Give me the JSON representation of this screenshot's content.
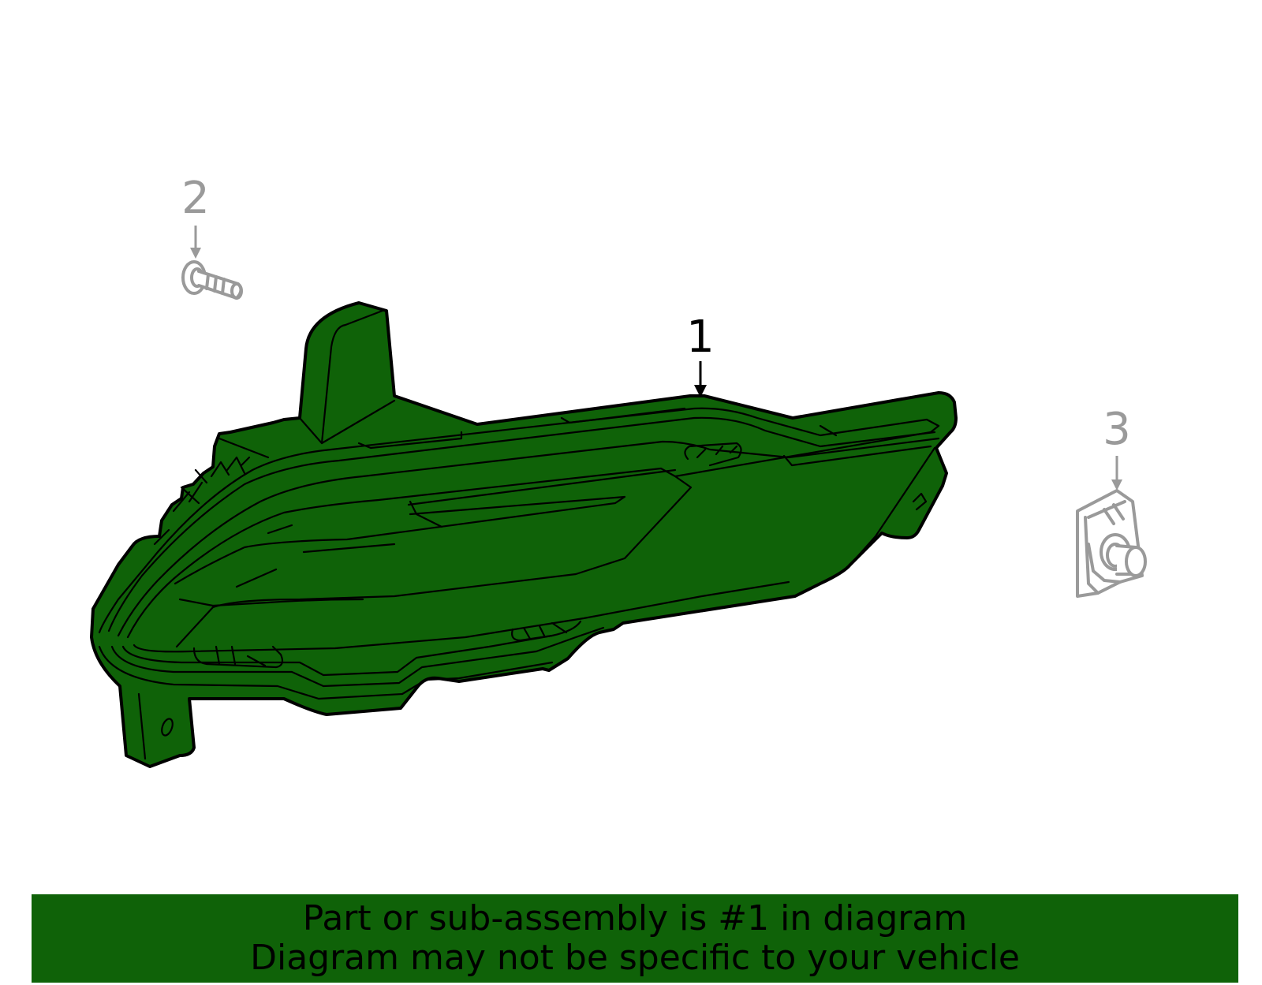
{
  "colors": {
    "highlight": "#0f6208",
    "outline": "#000000",
    "secondary_part": "#9a9a9a",
    "background": "#ffffff"
  },
  "callouts": {
    "part_1": "1",
    "part_2": "2",
    "part_3": "3"
  },
  "banner": {
    "line1": "Part or sub-assembly is #1 in diagram",
    "line2": "Diagram may not be specific to your vehicle"
  }
}
